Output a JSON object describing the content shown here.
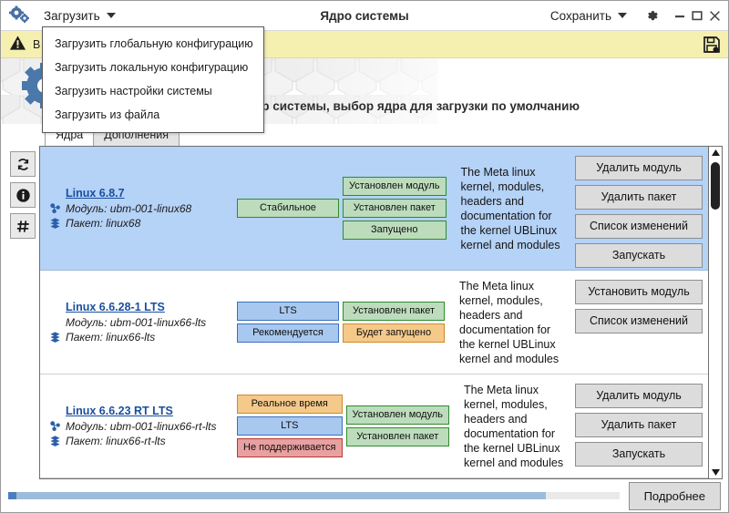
{
  "titlebar": {
    "app_icon": "gears-icon",
    "load_menu_label": "Загрузить",
    "title": "Ядро системы",
    "save_menu_label": "Сохранить",
    "settings_icon": "gear-icon",
    "minimize_icon": "minimize-icon",
    "maximize_icon": "maximize-icon",
    "close_icon": "close-icon"
  },
  "dropdown": {
    "items": [
      {
        "label": "Загрузить глобальную конфигурацию"
      },
      {
        "label": "Загрузить локальную конфигурацию"
      },
      {
        "label": "Загрузить настройки системы"
      },
      {
        "label": "Загрузить из файла"
      }
    ]
  },
  "warning": {
    "icon": "warning-triangle-icon",
    "text": "В",
    "save_icon": "floppy-save-icon"
  },
  "banner": {
    "logo_icon": "blue-gears-logo",
    "text": "Загрузка и установка ядер системы, выбор ядра для загрузки по умолчанию"
  },
  "tabs": [
    {
      "label": "Ядра",
      "active": true
    },
    {
      "label": "Дополнения",
      "active": false
    }
  ],
  "sidebar": {
    "buttons": [
      {
        "icon": "refresh-icon",
        "glyph": "↻"
      },
      {
        "icon": "info-icon",
        "glyph": "ℹ"
      },
      {
        "icon": "hash-icon",
        "glyph": "#"
      }
    ]
  },
  "kernels": [
    {
      "name": "Linux 6.8.7",
      "module_label": "Модуль: ubm-001-linux68",
      "package_label": "Пакет: linux68",
      "module_icon": "module-icon",
      "package_icon": "package-icon",
      "selected": true,
      "badges_left": [
        {
          "text": "Стабильное",
          "style": "b-green"
        }
      ],
      "badges_right": [
        {
          "text": "Установлен модуль",
          "style": "b-green"
        },
        {
          "text": "Установлен пакет",
          "style": "b-green"
        },
        {
          "text": "Запущено",
          "style": "b-green"
        }
      ],
      "description": "The Meta linux kernel, modules, headers and documentation for the kernel UBLinux kernel and modules",
      "actions": [
        "Удалить модуль",
        "Удалить пакет",
        "Список изменений",
        "Запускать"
      ]
    },
    {
      "name": "Linux 6.6.28-1 LTS",
      "module_label": "Модуль: ubm-001-linux66-lts",
      "package_label": "Пакет: linux66-lts",
      "module_icon": "module-icon",
      "package_icon": "package-icon",
      "selected": false,
      "badges_left": [
        {
          "text": "LTS",
          "style": "b-blue"
        },
        {
          "text": "Рекомендуется",
          "style": "b-blue"
        }
      ],
      "badges_right": [
        {
          "text": "Установлен пакет",
          "style": "b-green"
        },
        {
          "text": "Будет запущено",
          "style": "b-orange"
        }
      ],
      "description": "The Meta linux kernel, modules, headers and documentation for the kernel UBLinux kernel and modules",
      "actions": [
        "Установить модуль",
        "Список изменений"
      ]
    },
    {
      "name": "Linux 6.6.23 RT LTS",
      "module_label": "Модуль: ubm-001-linux66-rt-lts",
      "package_label": "Пакет: linux66-rt-lts",
      "module_icon": "module-icon",
      "package_icon": "package-icon",
      "selected": false,
      "badges_left": [
        {
          "text": "Реальное время",
          "style": "b-orange"
        },
        {
          "text": "LTS",
          "style": "b-blue"
        },
        {
          "text": "Не поддерживается",
          "style": "b-red"
        }
      ],
      "badges_right": [
        {
          "text": "Установлен модуль",
          "style": "b-green"
        },
        {
          "text": "Установлен пакет",
          "style": "b-green"
        }
      ],
      "description": "The Meta linux kernel, modules, headers and documentation for the kernel UBLinux kernel and modules",
      "actions": [
        "Удалить модуль",
        "Удалить пакет",
        "Запускать"
      ]
    }
  ],
  "statusbar": {
    "progress_percent": 2,
    "details_label": "Подробнее"
  },
  "colors": {
    "selection": "#b5d2f7",
    "warning_bg": "#f5f0b0",
    "link": "#1a4fa0",
    "progress": "#9dbcdc"
  }
}
